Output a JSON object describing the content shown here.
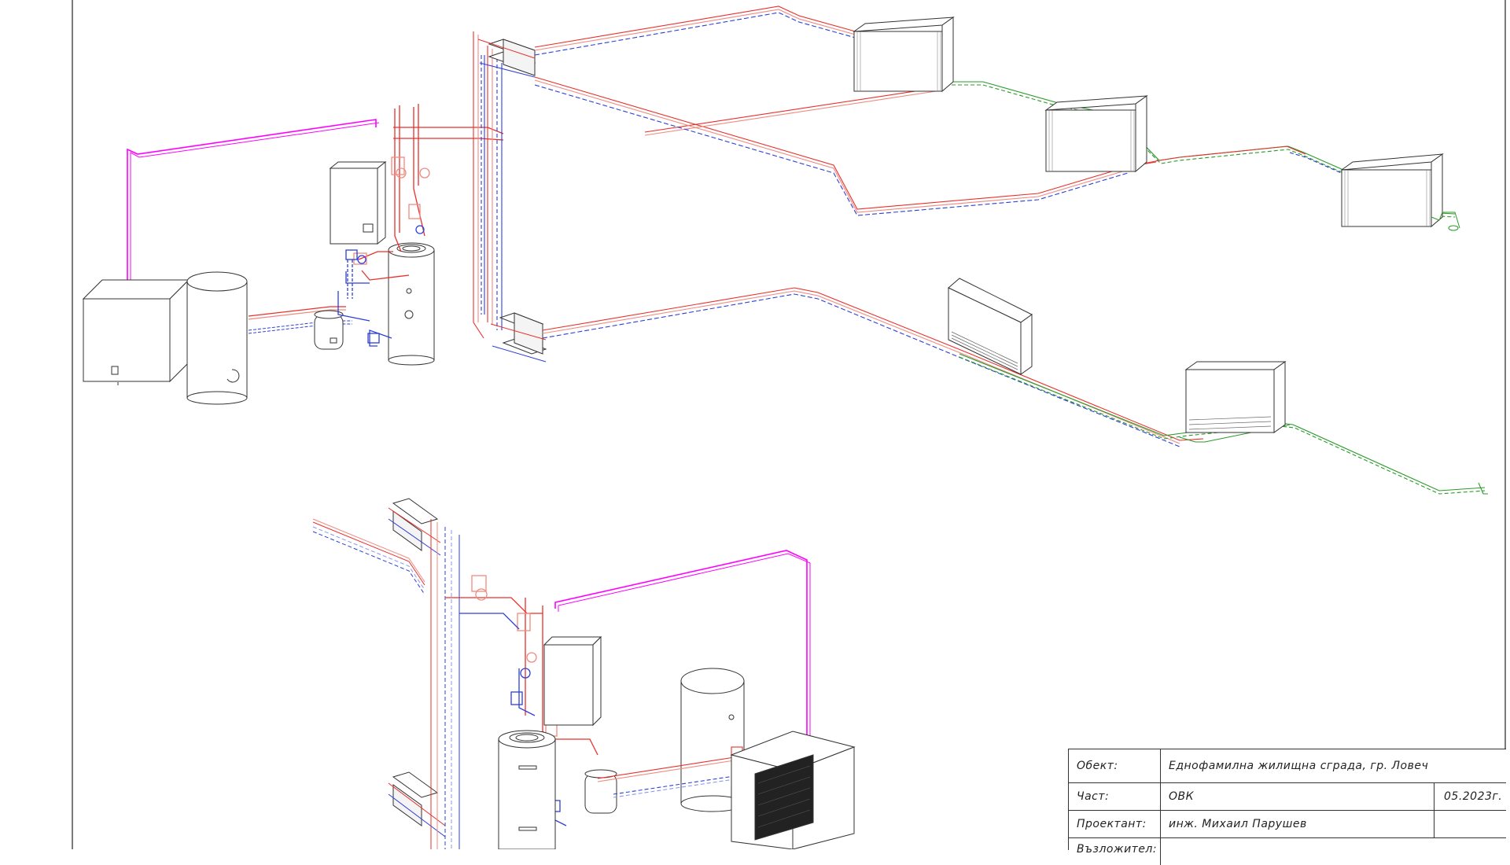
{
  "title_block": {
    "object_label": "Обект:",
    "object_value": "Еднофамилна жилищна сграда, гр. Ловеч",
    "part_label": "Част:",
    "part_value": "ОВК",
    "date": "05.2023г.",
    "designer_label": "Проектант:",
    "designer_value": "инж. Михаил Парушев",
    "next_label": "Възложител:"
  },
  "colors": {
    "supply": "#e8302a",
    "supply_light": "#f08a80",
    "return": "#2d3fd8",
    "return_light": "#8a96ec",
    "dhw": "#ff00ff",
    "condensate": "#2a9a2a",
    "equipment": "#333333",
    "frame": "#222222"
  }
}
